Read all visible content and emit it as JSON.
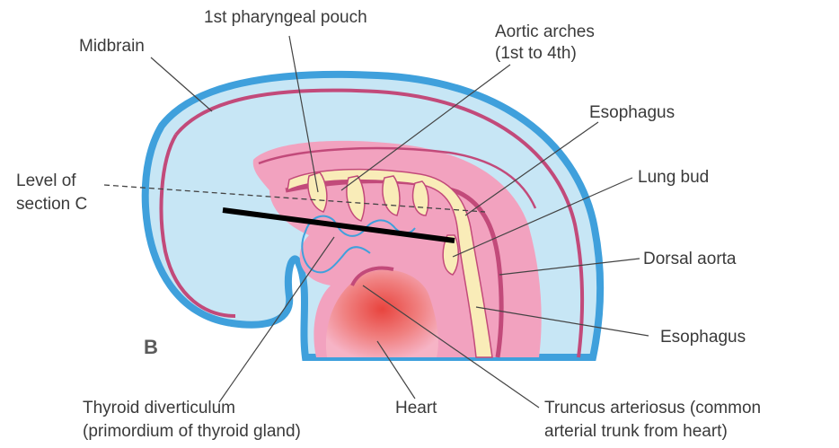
{
  "panel_letter": "B",
  "labels": {
    "midbrain": "Midbrain",
    "pouch": "1st pharyngeal pouch",
    "aortic_1": "Aortic arches",
    "aortic_2": "(1st to 4th)",
    "esophagus_top": "Esophagus",
    "level_1": "Level of",
    "level_2": "section C",
    "lung_bud": "Lung bud",
    "dorsal_aorta": "Dorsal aorta",
    "esophagus_bottom": "Esophagus",
    "thyroid_1": "Thyroid diverticulum",
    "thyroid_2": "(primordium of thyroid gland)",
    "heart": "Heart",
    "truncus_1": "Truncus arteriosus (common",
    "truncus_2": "arterial trunk from heart)"
  },
  "colors": {
    "surface_ectoderm": "#3fa0dc",
    "mesenchyme": "#c7e6f5",
    "neural_tube": "#c24a7a",
    "pharynx": "#f2a2bf",
    "endoderm": "#f9ecb8",
    "heart": "#ee6a6a",
    "leader_line": "#444444"
  }
}
